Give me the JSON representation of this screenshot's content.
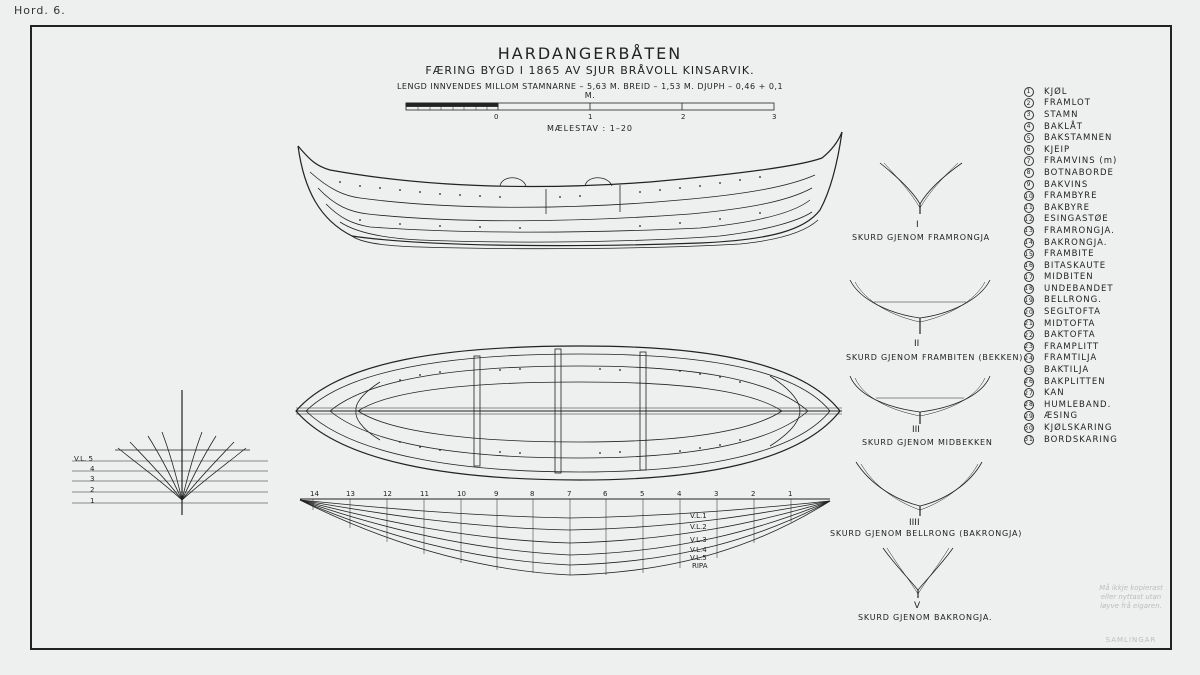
{
  "sheet": {
    "reference": "Hord. 6.",
    "title": "HARDANGERBÅTEN",
    "subtitle": "FÆRING BYGD I 1865 AV SJUR BRÅVOLL KINSARVIK.",
    "dimensions": "LENGD INNVENDES MILLOM STAMNARNE – 5,63 M. BREID – 1,53 M. DJUPH – 0,46 + 0,1 M."
  },
  "scale": {
    "ticks": [
      "0",
      "1",
      "2",
      "3"
    ],
    "label": "MÆLESTAV : 1–20"
  },
  "sections": [
    {
      "numeral": "I",
      "caption": "SKURD GJENOM FRAMRONGJA"
    },
    {
      "numeral": "II",
      "caption": "SKURD GJENOM FRAMBITEN (BEKKEN)"
    },
    {
      "numeral": "III",
      "caption": "SKURD GJENOM MIDBEKKEN"
    },
    {
      "numeral": "IIII",
      "caption": "SKURD GJENOM BELLRONG (BAKRONGJA)"
    },
    {
      "numeral": "V",
      "caption": "SKURD GJENOM BAKRONGJA."
    }
  ],
  "legend": [
    {
      "num": "1",
      "label": "KJØL"
    },
    {
      "num": "2",
      "label": "FRAMLOT"
    },
    {
      "num": "3",
      "label": "STAMN"
    },
    {
      "num": "4",
      "label": "BAKLÅT"
    },
    {
      "num": "5",
      "label": "BAKSTAMNEN"
    },
    {
      "num": "6",
      "label": "KJEIP"
    },
    {
      "num": "7",
      "label": "FRAMVINS (m)"
    },
    {
      "num": "8",
      "label": "BOTNABORDE"
    },
    {
      "num": "9",
      "label": "BAKVINS"
    },
    {
      "num": "10",
      "label": "FRAMBYRE"
    },
    {
      "num": "11",
      "label": "BAKBYRE"
    },
    {
      "num": "12",
      "label": "ESINGASTØE"
    },
    {
      "num": "13",
      "label": "FRAMRONGJA."
    },
    {
      "num": "14",
      "label": "BAKRONGJA."
    },
    {
      "num": "15",
      "label": "FRAMBITE"
    },
    {
      "num": "16",
      "label": "BITASKAUTE"
    },
    {
      "num": "17",
      "label": "MIDBITEN"
    },
    {
      "num": "18",
      "label": "UNDEBANDET"
    },
    {
      "num": "19",
      "label": "BELLRONG."
    },
    {
      "num": "20",
      "label": "SEGLTOFTA"
    },
    {
      "num": "21",
      "label": "MIDTOFTA"
    },
    {
      "num": "22",
      "label": "BAKTOFTA"
    },
    {
      "num": "23",
      "label": "FRAMPLITT"
    },
    {
      "num": "24",
      "label": "FRAMTILJA"
    },
    {
      "num": "25",
      "label": "BAKTILJA"
    },
    {
      "num": "26",
      "label": "BAKPLITTEN"
    },
    {
      "num": "27",
      "label": "KAN"
    },
    {
      "num": "28",
      "label": "HUMLEBAND."
    },
    {
      "num": "29",
      "label": "ÆSING"
    },
    {
      "num": "30",
      "label": "KJØLSKARING"
    },
    {
      "num": "31",
      "label": "BORDSKARING"
    }
  ],
  "body_plan": {
    "waterlines": [
      "V.L. 5",
      "4",
      "3",
      "2",
      "1"
    ]
  },
  "profile_labels": {
    "stations": [
      "14",
      "13",
      "12",
      "11",
      "10",
      "9",
      "8",
      "7",
      "6",
      "5",
      "4",
      "3",
      "2",
      "1"
    ],
    "waterlines": [
      "V.L.1",
      "V.L.2",
      "V.L.3",
      "V.L.4",
      "V.L.5",
      "RIPA"
    ]
  },
  "stamp": {
    "text": "Må ikkje kopierast eller nyttast utan løyve frå eigaren.",
    "collection": "SAMLINGAR"
  },
  "colors": {
    "ink": "#222222",
    "paper": "#eeefef"
  }
}
